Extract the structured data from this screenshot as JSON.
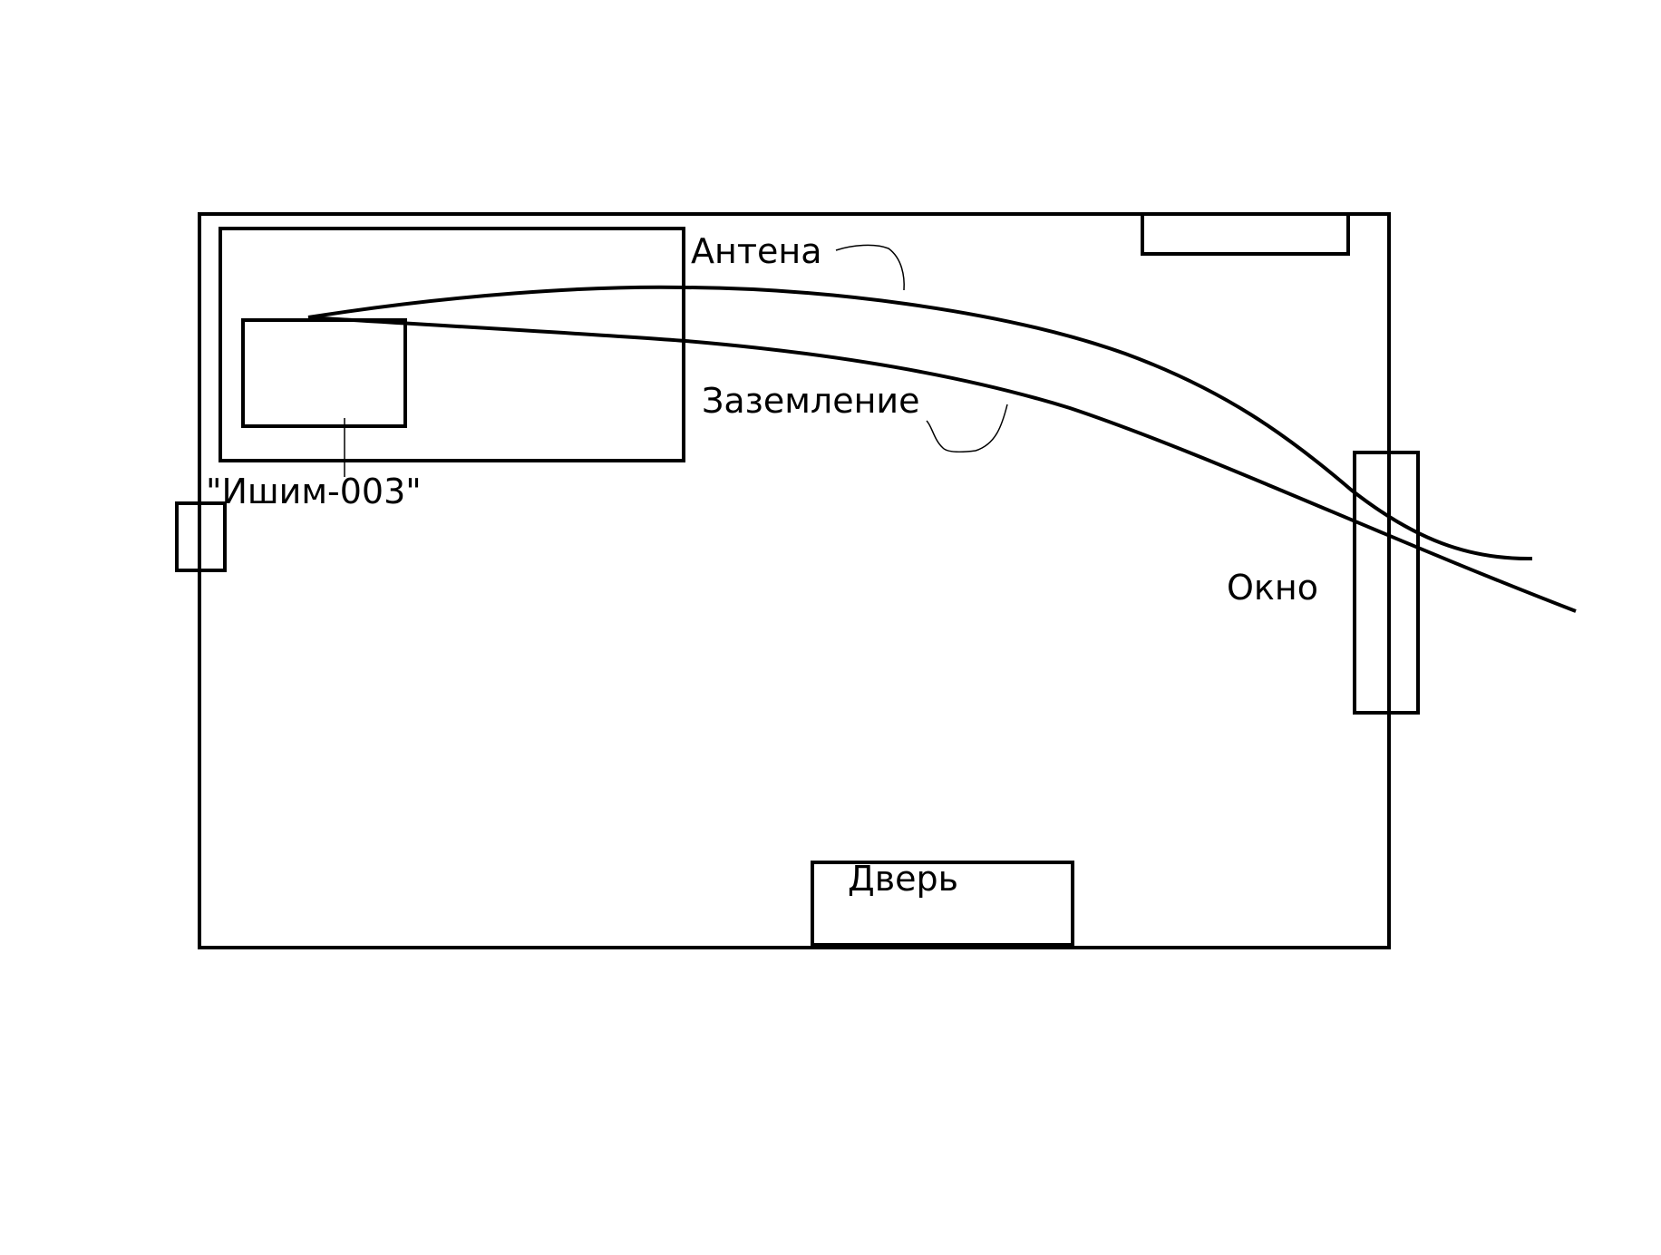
{
  "labels": {
    "antenna": "Антена",
    "ground": "Заземление",
    "device": "\"Ишим-003\"",
    "window": "Окно",
    "door": "Дверь"
  },
  "colors": {
    "stroke": "#000000",
    "background": "#ffffff"
  }
}
